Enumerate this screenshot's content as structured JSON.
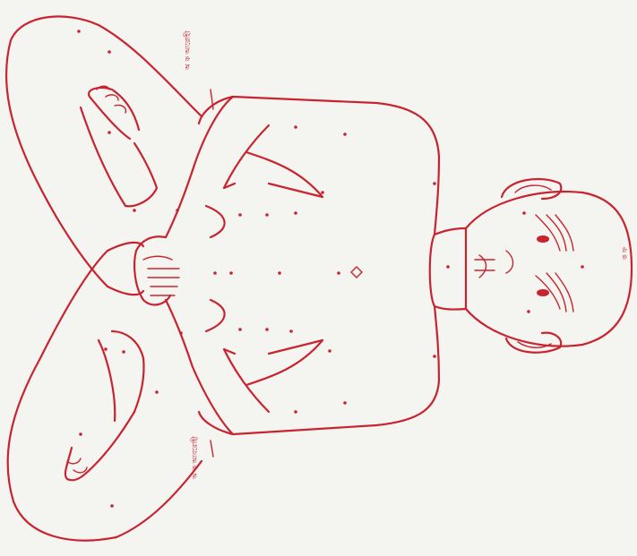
{
  "figure": {
    "description_colors": {
      "line": "#c8242f",
      "paper": "#f4f4f1"
    },
    "labels": {
      "right_shoulder_note": "অ ক\nআরোহী",
      "left_shoulder_note": "অ ক\nআবরোহী",
      "head_top": "ক ফ"
    }
  }
}
